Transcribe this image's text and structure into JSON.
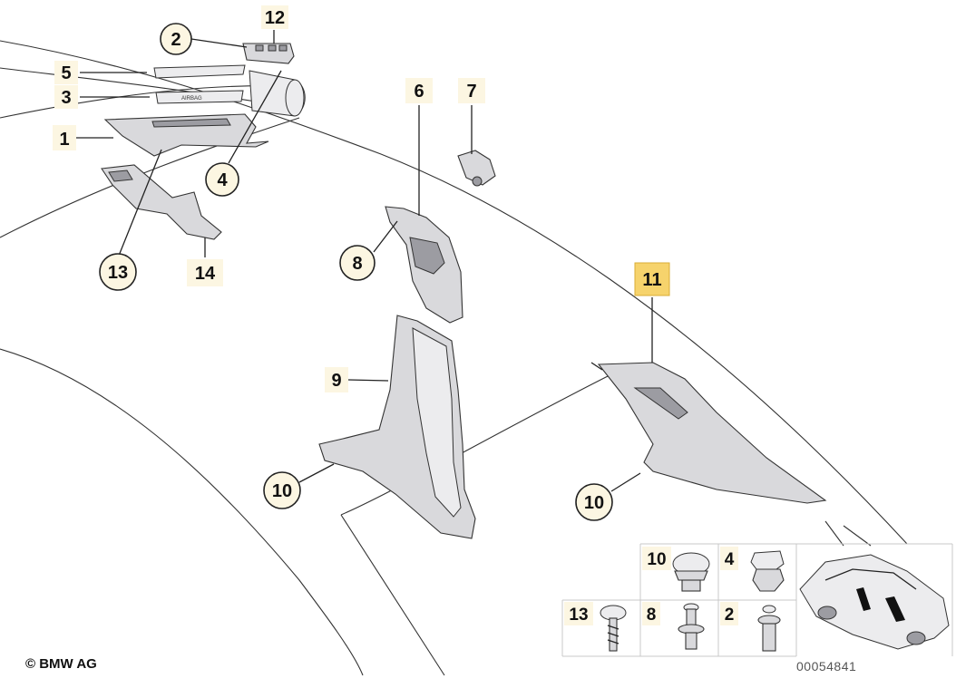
{
  "diagram": {
    "callouts": {
      "c1": "1",
      "c2": "2",
      "c3": "3",
      "c4": "4",
      "c5": "5",
      "c6": "6",
      "c7": "7",
      "c8": "8",
      "c9": "9",
      "c10a": "10",
      "c10b": "10",
      "c11": "11",
      "c12": "12",
      "c13": "13",
      "c14": "14"
    },
    "airbag_text": "AIRBAG",
    "highlighted_part": "11"
  },
  "legend": {
    "row1": {
      "a": "10",
      "b": "4"
    },
    "row2": {
      "a": "13",
      "b": "8",
      "c": "2"
    }
  },
  "footer": {
    "copyright": "© BMW AG",
    "drawing_number": "00054841"
  },
  "colors": {
    "highlight": "#f6d36c",
    "label_bg": "#fcf6e2"
  }
}
